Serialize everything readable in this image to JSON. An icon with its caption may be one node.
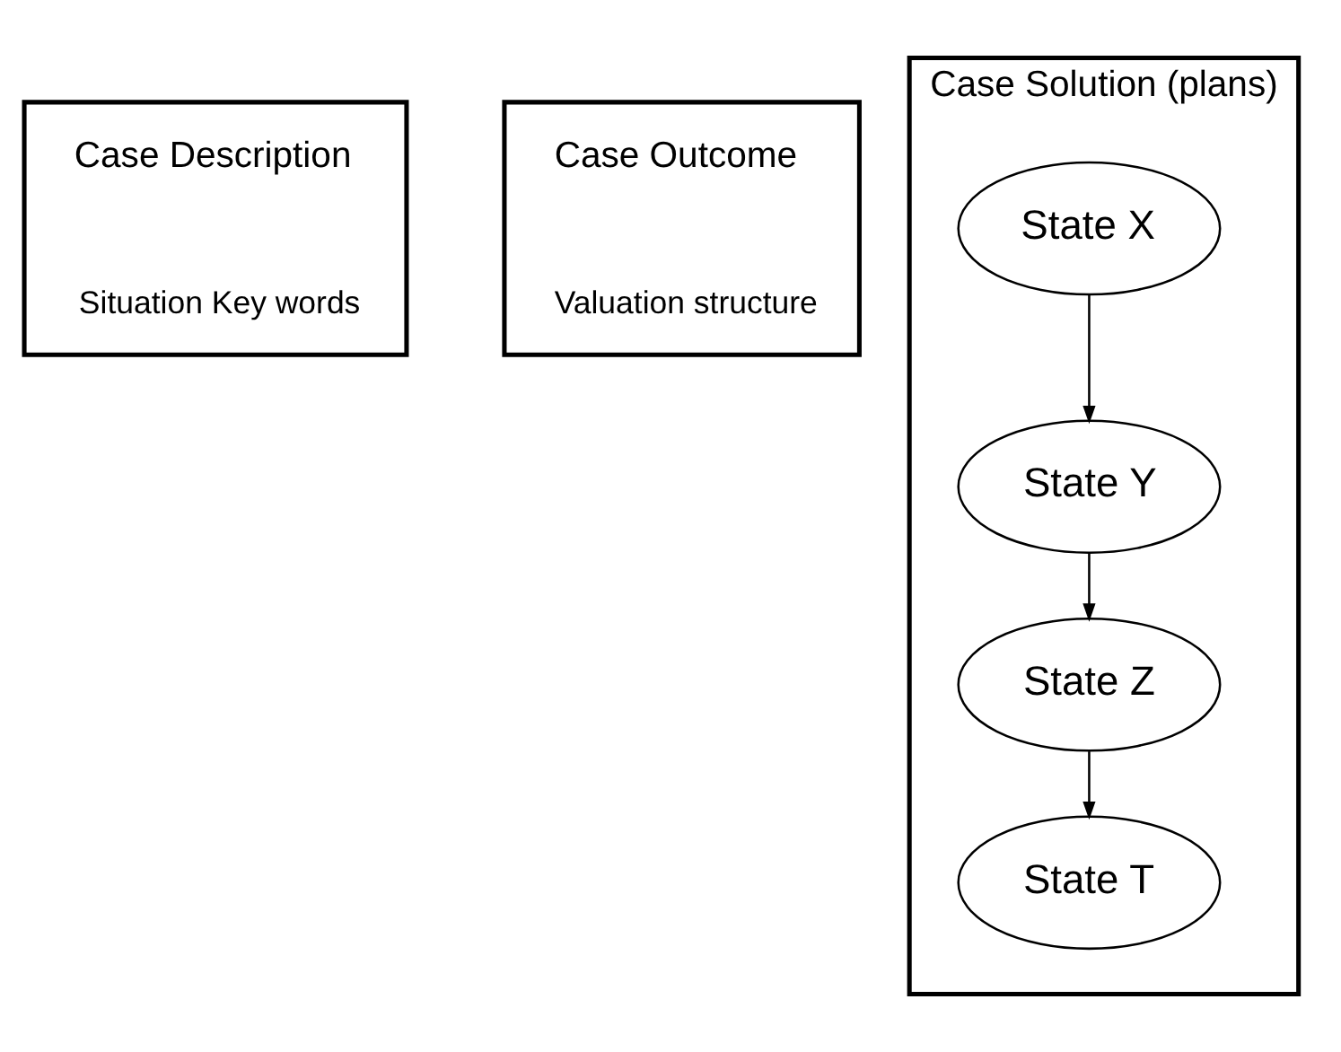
{
  "diagram": {
    "nodes": [
      {
        "text": [
          "Case Description",
          "Situation Key words"
        ]
      },
      {
        "text": [
          "Case Outcome",
          "Valuation structure"
        ]
      },
      {
        "text": [
          "Case Solution (plans)"
        ]
      },
      {
        "text": [
          "State X"
        ],
        "in": 2
      },
      {
        "text": [
          "State Y"
        ],
        "in": 2
      },
      {
        "text": [
          "State Z"
        ],
        "in": 2
      },
      {
        "text": [
          "State T"
        ],
        "in": 2
      }
    ],
    "edges": [
      {
        "from": 3,
        "to": 4,
        "arrow": "to"
      },
      {
        "from": 4,
        "to": 5,
        "arrow": "to"
      },
      {
        "from": 5,
        "to": 6,
        "arrow": "to"
      }
    ]
  }
}
